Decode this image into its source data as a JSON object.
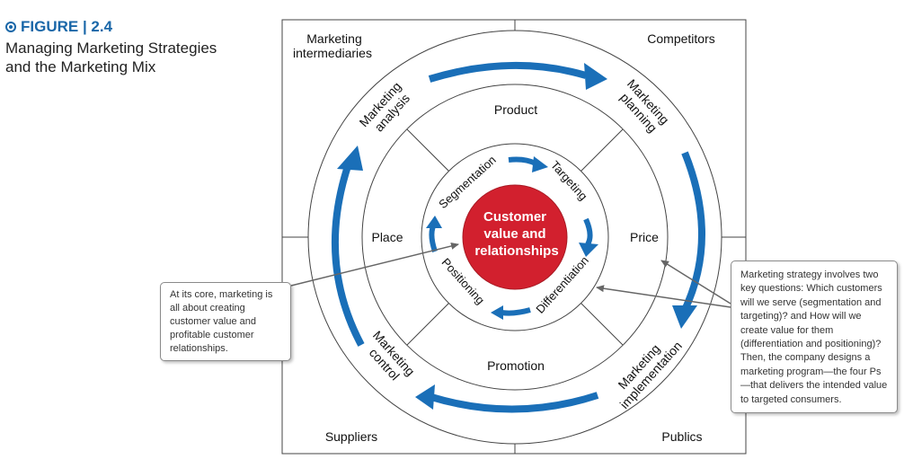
{
  "figure": {
    "label": "FIGURE | 2.4",
    "title_line1": "Managing Marketing Strategies",
    "title_line2": "and the Marketing Mix"
  },
  "corners": {
    "top_left_line1": "Marketing",
    "top_left_line2": "intermediaries",
    "top_right": "Competitors",
    "bottom_left": "Suppliers",
    "bottom_right": "Publics"
  },
  "outer_ring": {
    "analysis_line1": "Marketing",
    "analysis_line2": "analysis",
    "planning_line1": "Marketing",
    "planning_line2": "planning",
    "implementation_line1": "Marketing",
    "implementation_line2": "implementation",
    "control_line1": "Marketing",
    "control_line2": "control"
  },
  "marketing_mix": {
    "product": "Product",
    "price": "Price",
    "promotion": "Promotion",
    "place": "Place"
  },
  "inner_ring": {
    "segmentation": "Segmentation",
    "targeting": "Targeting",
    "differentiation": "Differentiation",
    "positioning": "Positioning"
  },
  "center": {
    "line1": "Customer",
    "line2": "value and",
    "line3": "relationships"
  },
  "callouts": {
    "left": "At its core, marketing is all about creating customer value and profitable customer relationships.",
    "right": "Marketing strategy involves two key questions: Which customers will we serve (segmentation and targeting)? and How will we create value for them (differentiation and positioning)? Then, the company designs a marketing program—the four Ps—that delivers the intended value to targeted consumers."
  },
  "colors": {
    "arrow_blue": "#1a6fb8",
    "center_red": "#d2202e",
    "figure_blue": "#1a67a8"
  }
}
